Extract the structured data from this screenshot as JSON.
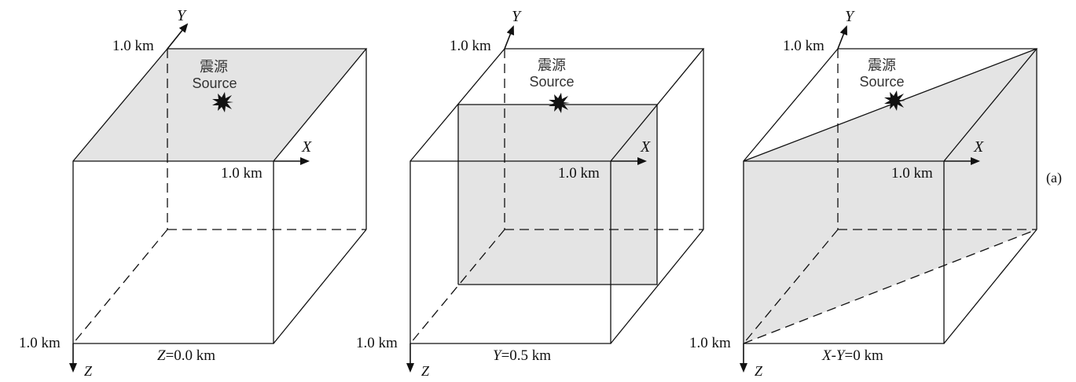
{
  "figure_label": "(a)",
  "colors": {
    "line": "#111111",
    "plane": "#e4e4e4",
    "source_text": "#333333"
  },
  "panels": [
    {
      "axis_x": "X",
      "axis_y": "Y",
      "axis_z": "Z",
      "dim_y": "1.0 km",
      "dim_x": "1.0 km",
      "dim_z": "1.0 km",
      "source_cn": "震源",
      "source_en": "Source",
      "slice_caption_var": "Z",
      "slice_caption_value": "=0.0 km",
      "slice": "z-top"
    },
    {
      "axis_x": "X",
      "axis_y": "Y",
      "axis_z": "Z",
      "dim_y": "1.0 km",
      "dim_x": "1.0 km",
      "dim_z": "1.0 km",
      "source_cn": "震源",
      "source_en": "Source",
      "slice_caption_var": "Y",
      "slice_caption_value": "=0.5 km",
      "slice": "y-mid"
    },
    {
      "axis_x": "X",
      "axis_y": "Y",
      "axis_z": "Z",
      "dim_y": "1.0 km",
      "dim_x": "1.0 km",
      "dim_z": "1.0 km",
      "source_cn": "震源",
      "source_en": "Source",
      "slice_caption_var": "X-Y",
      "slice_caption_value": "=0 km",
      "slice": "diagonal"
    }
  ]
}
